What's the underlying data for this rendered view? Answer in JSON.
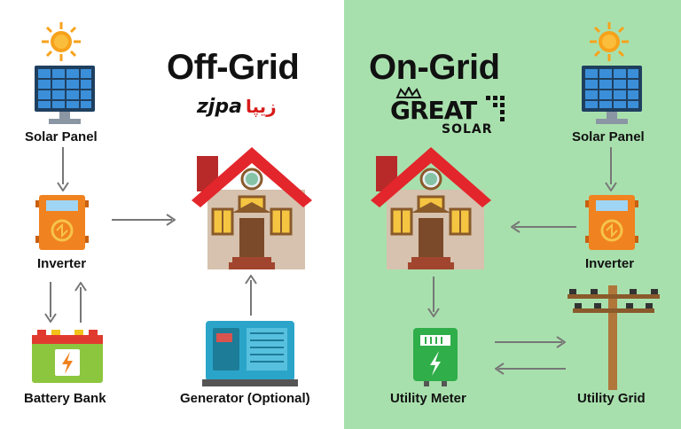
{
  "off_grid": {
    "title": "Off-Grid",
    "brand": "zjpa",
    "brand_rtl": "زیپا",
    "labels": {
      "solar_panel": "Solar Panel",
      "inverter": "Inverter",
      "battery_bank": "Battery Bank",
      "generator": "Generator (Optional)"
    }
  },
  "on_grid": {
    "title": "On-Grid",
    "brand": "GREAT",
    "brand_sub": "SOLAR",
    "labels": {
      "solar_panel": "Solar Panel",
      "inverter": "Inverter",
      "utility_meter": "Utility Meter",
      "utility_grid": "Utility Grid"
    }
  },
  "colors": {
    "on_grid_background": "#a8e0ad",
    "arrow": "#777777",
    "roof": "#e3262b",
    "inverter": "#f0821f",
    "panel": "#2a6fb0",
    "sun": "#f7a21b",
    "meter": "#2fae4a"
  }
}
